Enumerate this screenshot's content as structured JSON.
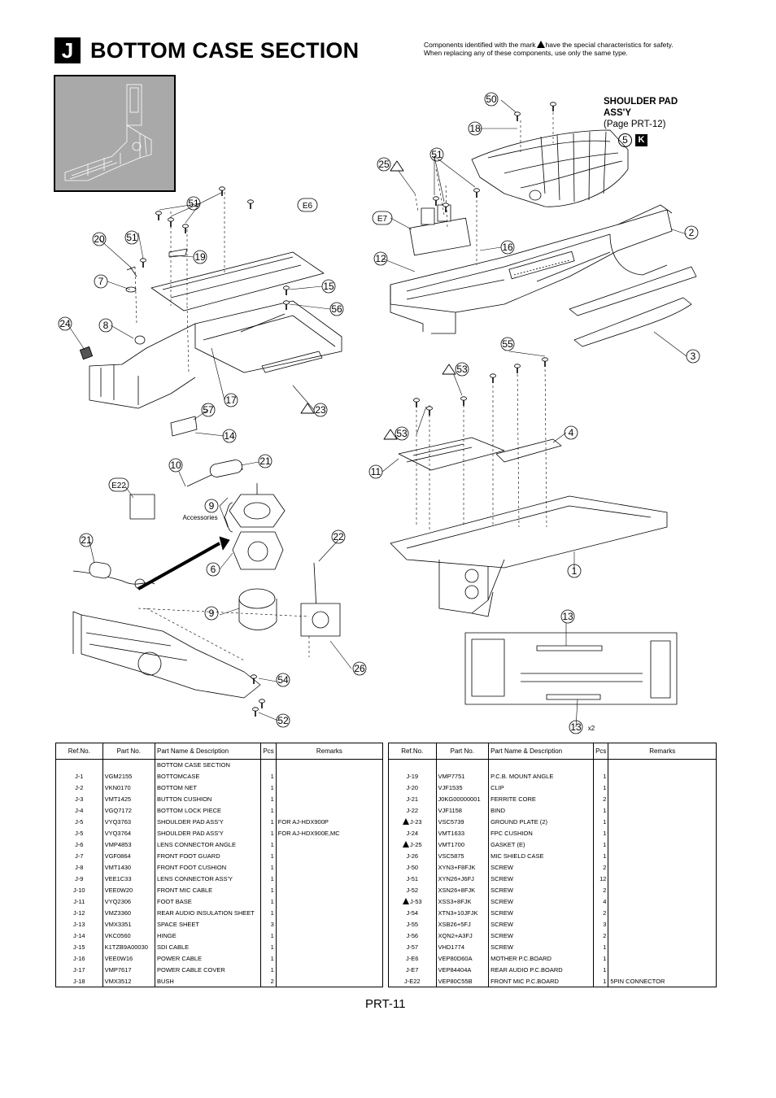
{
  "header": {
    "letter": "J",
    "title": "BOTTOM CASE SECTION"
  },
  "safety_note": {
    "before_mark": "Components identified with the mark",
    "after_mark": "have the special characteristics for safety.",
    "line2": "When replacing any of these components, use only the same type."
  },
  "diagram": {
    "shoulder_pad": {
      "title_line1": "SHOULDER PAD",
      "title_line2": "ASS'Y",
      "page_ref": "(Page PRT-12)",
      "ref_num": "5",
      "badge": "K"
    },
    "accessories_label": "Accessories",
    "x2_label": "x2",
    "callouts": [
      "50",
      "18",
      "25",
      "51",
      "E7",
      "16",
      "12",
      "2",
      "3",
      "51",
      "E6",
      "20",
      "51",
      "19",
      "7",
      "15",
      "56",
      "8",
      "24",
      "17",
      "23",
      "57",
      "14",
      "55",
      "53",
      "53",
      "4",
      "11",
      "1",
      "10",
      "21",
      "E22",
      "9",
      "6",
      "21",
      "22",
      "9",
      "26",
      "54",
      "52",
      "13",
      "13"
    ]
  },
  "table_headers": {
    "ref": "Ref.No.",
    "part": "Part No.",
    "name": "Part Name & Description",
    "pcs": "Pcs",
    "remarks": "Remarks"
  },
  "left_table": [
    {
      "ref": "",
      "part": "",
      "name": "BOTTOM CASE SECTION",
      "pcs": "",
      "remarks": "",
      "warn": false
    },
    {
      "ref": "J-1",
      "part": "VGM2155",
      "name": "BOTTOMCASE",
      "pcs": "1",
      "remarks": "",
      "warn": false
    },
    {
      "ref": "J-2",
      "part": "VKN0170",
      "name": "BOTTOM NET",
      "pcs": "1",
      "remarks": "",
      "warn": false
    },
    {
      "ref": "J-3",
      "part": "VMT1425",
      "name": "BUTTON CUSHION",
      "pcs": "1",
      "remarks": "",
      "warn": false
    },
    {
      "ref": "J-4",
      "part": "VGQ7172",
      "name": "BOTTOM LOCK PIECE",
      "pcs": "1",
      "remarks": "",
      "warn": false
    },
    {
      "ref": "J-5",
      "part": "VYQ3763",
      "name": "SHOULDER PAD ASS'Y",
      "pcs": "1",
      "remarks": "FOR AJ-HDX900P",
      "warn": false
    },
    {
      "ref": "J-5",
      "part": "VYQ3764",
      "name": "SHOULDER PAD ASS'Y",
      "pcs": "1",
      "remarks": "FOR AJ-HDX900E,MC",
      "warn": false
    },
    {
      "ref": "J-6",
      "part": "VMP4853",
      "name": "LENS CONNECTOR ANGLE",
      "pcs": "1",
      "remarks": "",
      "warn": false
    },
    {
      "ref": "J-7",
      "part": "VGF0864",
      "name": "FRONT FOOT GUARD",
      "pcs": "1",
      "remarks": "",
      "warn": false
    },
    {
      "ref": "J-8",
      "part": "VMT1430",
      "name": "FRONT FOOT CUSHION",
      "pcs": "1",
      "remarks": "",
      "warn": false
    },
    {
      "ref": "J-9",
      "part": "VEE1C33",
      "name": "LENS CONNECTOR ASS'Y",
      "pcs": "1",
      "remarks": "",
      "warn": false
    },
    {
      "ref": "J-10",
      "part": "VEE0W20",
      "name": "FRONT MIC CABLE",
      "pcs": "1",
      "remarks": "",
      "warn": false
    },
    {
      "ref": "J-11",
      "part": "VYQ2306",
      "name": "FOOT BASE",
      "pcs": "1",
      "remarks": "",
      "warn": false
    },
    {
      "ref": "J-12",
      "part": "VMZ3360",
      "name": "REAR AUDIO INSULATION SHEET",
      "pcs": "1",
      "remarks": "",
      "warn": false
    },
    {
      "ref": "J-13",
      "part": "VMX3351",
      "name": "SPACE SHEET",
      "pcs": "3",
      "remarks": "",
      "warn": false
    },
    {
      "ref": "J-14",
      "part": "VKC0560",
      "name": "HINGE",
      "pcs": "1",
      "remarks": "",
      "warn": false
    },
    {
      "ref": "J-15",
      "part": "K1TZB9A00030",
      "name": "SDI CABLE",
      "pcs": "1",
      "remarks": "",
      "warn": false
    },
    {
      "ref": "J-16",
      "part": "VEE0W16",
      "name": "POWER CABLE",
      "pcs": "1",
      "remarks": "",
      "warn": false
    },
    {
      "ref": "J-17",
      "part": "VMP7617",
      "name": "POWER CABLE COVER",
      "pcs": "1",
      "remarks": "",
      "warn": false
    },
    {
      "ref": "J-18",
      "part": "VMX3512",
      "name": "BUSH",
      "pcs": "2",
      "remarks": "",
      "warn": false
    }
  ],
  "right_table": [
    {
      "ref": "",
      "part": "",
      "name": "",
      "pcs": "",
      "remarks": "",
      "warn": false
    },
    {
      "ref": "J-19",
      "part": "VMP7751",
      "name": "P.C.B. MOUNT ANGLE",
      "pcs": "1",
      "remarks": "",
      "warn": false
    },
    {
      "ref": "J-20",
      "part": "VJF1535",
      "name": "CLIP",
      "pcs": "1",
      "remarks": "",
      "warn": false
    },
    {
      "ref": "J-21",
      "part": "J0KG00000001",
      "name": "FERRITE CORE",
      "pcs": "2",
      "remarks": "",
      "warn": false
    },
    {
      "ref": "J-22",
      "part": "VJF1158",
      "name": "BIND",
      "pcs": "1",
      "remarks": "",
      "warn": false
    },
    {
      "ref": "J-23",
      "part": "VSC5739",
      "name": "GROUND PLATE (2)",
      "pcs": "1",
      "remarks": "",
      "warn": true
    },
    {
      "ref": "J-24",
      "part": "VMT1633",
      "name": "FPC CUSHION",
      "pcs": "1",
      "remarks": "",
      "warn": false
    },
    {
      "ref": "J-25",
      "part": "VMT1700",
      "name": "GASKET (E)",
      "pcs": "1",
      "remarks": "",
      "warn": true
    },
    {
      "ref": "J-26",
      "part": "VSC5875",
      "name": "MIC SHIELD CASE",
      "pcs": "1",
      "remarks": "",
      "warn": false
    },
    {
      "ref": "J-50",
      "part": "XYN3+F8FJK",
      "name": "SCREW",
      "pcs": "2",
      "remarks": "",
      "warn": false
    },
    {
      "ref": "J-51",
      "part": "XYN26+J6FJ",
      "name": "SCREW",
      "pcs": "12",
      "remarks": "",
      "warn": false
    },
    {
      "ref": "J-52",
      "part": "XSN26+8FJK",
      "name": "SCREW",
      "pcs": "2",
      "remarks": "",
      "warn": false
    },
    {
      "ref": "J-53",
      "part": "XSS3+8FJK",
      "name": "SCREW",
      "pcs": "4",
      "remarks": "",
      "warn": true
    },
    {
      "ref": "J-54",
      "part": "XTN3+10JFJK",
      "name": "SCREW",
      "pcs": "2",
      "remarks": "",
      "warn": false
    },
    {
      "ref": "J-55",
      "part": "XSB26+5FJ",
      "name": "SCREW",
      "pcs": "3",
      "remarks": "",
      "warn": false
    },
    {
      "ref": "J-56",
      "part": "XQN2+A3FJ",
      "name": "SCREW",
      "pcs": "2",
      "remarks": "",
      "warn": false
    },
    {
      "ref": "J-57",
      "part": "VHD1774",
      "name": "SCREW",
      "pcs": "1",
      "remarks": "",
      "warn": false
    },
    {
      "ref": "J-E6",
      "part": "VEP80D60A",
      "name": "MOTHER P.C.BOARD",
      "pcs": "1",
      "remarks": "",
      "warn": false
    },
    {
      "ref": "J-E7",
      "part": "VEP84404A",
      "name": "REAR AUDIO P.C.BOARD",
      "pcs": "1",
      "remarks": "",
      "warn": false
    },
    {
      "ref": "J-E22",
      "part": "VEP80C55B",
      "name": "FRONT MIC P.C.BOARD",
      "pcs": "1",
      "remarks": "5PIN CONNECTOR",
      "warn": false
    }
  ],
  "footer": {
    "page": "PRT-11"
  }
}
